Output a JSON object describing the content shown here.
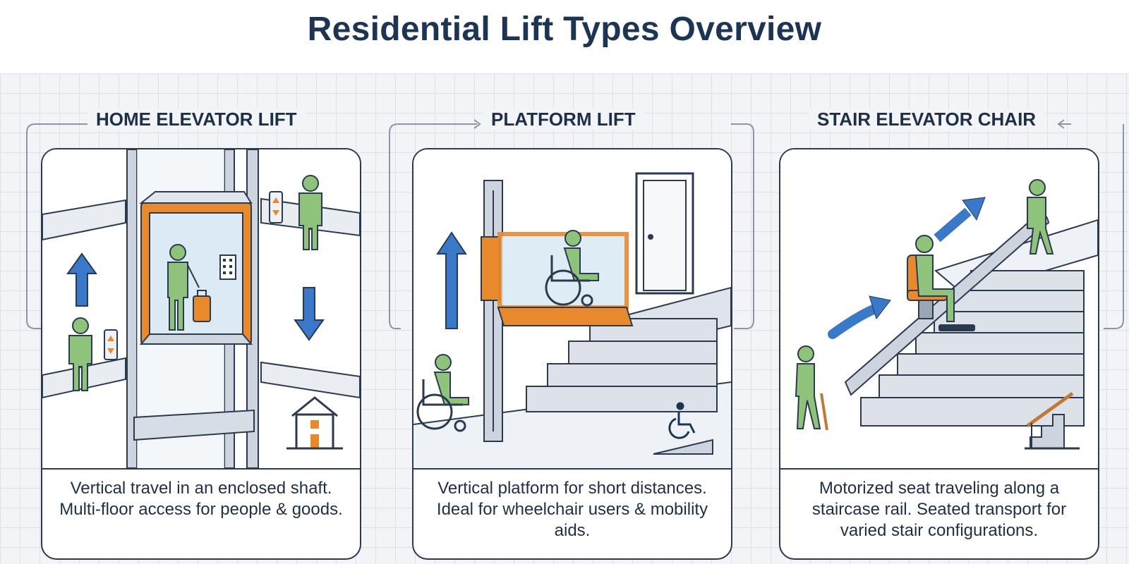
{
  "title": "Residential Lift Types Overview",
  "panels": [
    {
      "label": "HOME ELEVATOR LIFT",
      "description": "Vertical travel in an enclosed shaft. Multi-floor access for people & goods."
    },
    {
      "label": "PLATFORM LIFT",
      "description": "Vertical platform for short distances. Ideal for wheelchair users & mobility aids."
    },
    {
      "label": "STAIR ELEVATOR CHAIR",
      "description": "Motorized seat traveling along a staircase rail. Seated transport for varied stair configurations."
    }
  ],
  "icons": [
    "house-icon",
    "wheelchair-icon",
    "staircase-handrail-icon",
    "arrow-up-icon",
    "arrow-down-icon",
    "call-button-icon"
  ],
  "colors": {
    "accent_orange": "#e8892e",
    "arrow_blue": "#3a79c9",
    "figure_green": "#8fc27a",
    "outline_navy": "#2b3a4f",
    "grid_background": "#f2f4f7"
  }
}
